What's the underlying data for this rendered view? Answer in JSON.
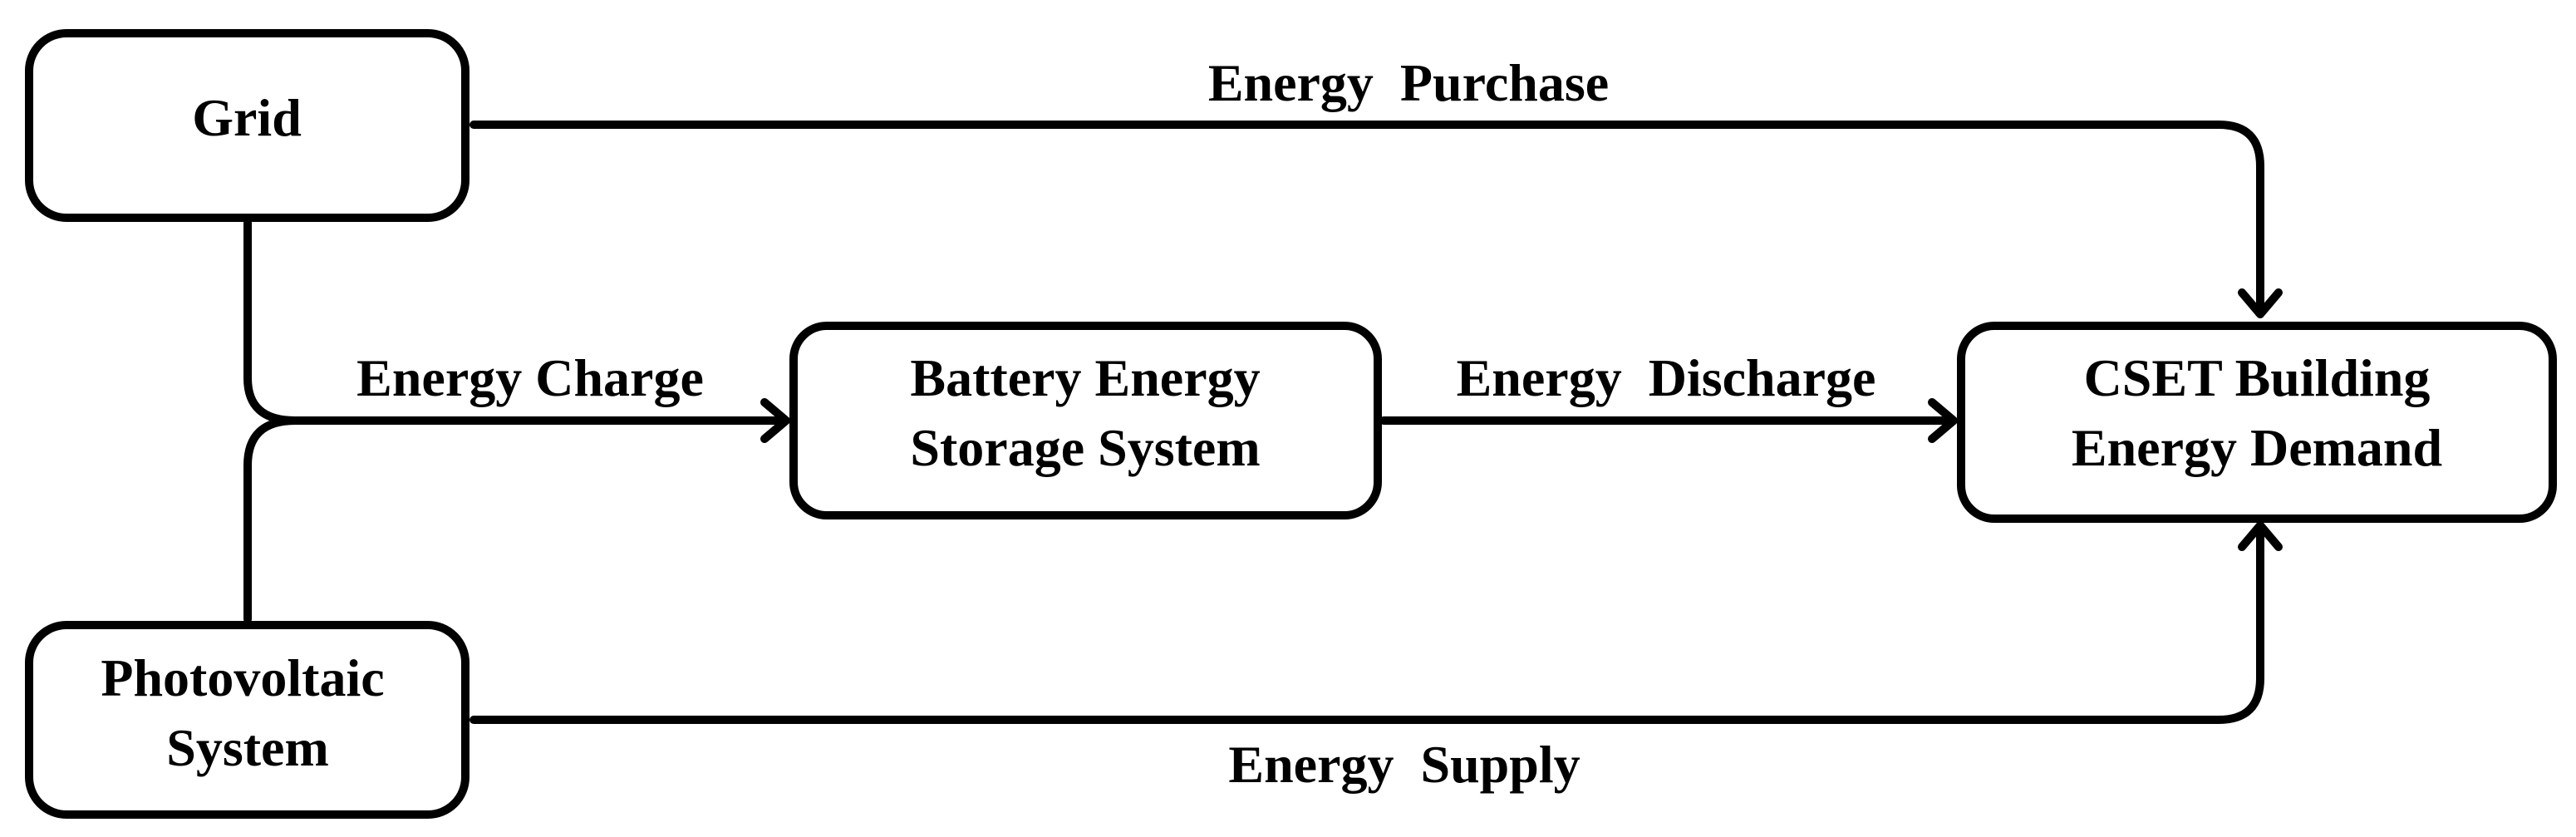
{
  "nodes": {
    "grid": {
      "label": "Grid"
    },
    "pv": {
      "line1": "Photovoltaic",
      "line2": "System"
    },
    "bess": {
      "line1": "Battery Energy",
      "line2": "Storage System"
    },
    "cset": {
      "line1": "CSET Building",
      "line2": "Energy Demand"
    }
  },
  "edges": {
    "purchase": "Energy  Purchase",
    "charge": "Energy Charge",
    "discharge": "Energy  Discharge",
    "supply": "Energy  Supply"
  },
  "colors": {
    "stroke": "#000000",
    "background": "#ffffff"
  }
}
